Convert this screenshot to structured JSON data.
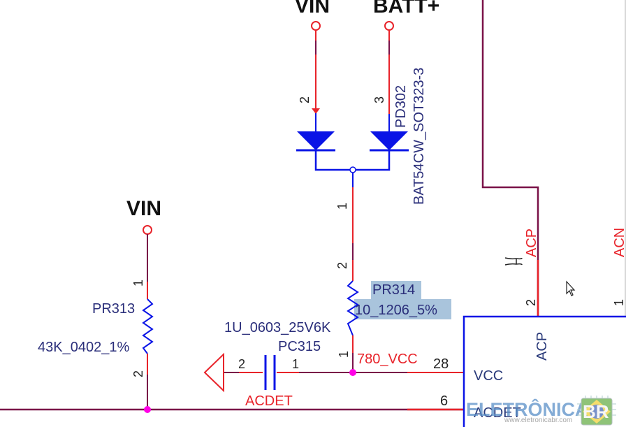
{
  "colors": {
    "wire_red": "#e8232a",
    "wire_dark": "#7a1248",
    "component_blue": "#0a14e6",
    "junction_magenta": "#ff00e6",
    "highlight": "#a9c4dc",
    "text_dark": "#2a2e7a"
  },
  "power_ports": {
    "vin_top": "VIN",
    "batt_top": "BATT+",
    "vin_left": "VIN"
  },
  "diode": {
    "ref": "PD302",
    "value": "BAT54CW_SOT323-3",
    "pin_anode_left": "2",
    "pin_anode_right": "3",
    "pin_common": "1"
  },
  "resistor_pr314": {
    "ref": "PR314",
    "value": "10_1206_5%",
    "pin_top": "2",
    "pin_bottom": "1",
    "highlighted": true
  },
  "resistor_pr313": {
    "ref": "PR313",
    "value": "43K_0402_1%",
    "pin_top": "1",
    "pin_bottom": "2"
  },
  "capacitor_pc315": {
    "ref": "PC315",
    "value": "1U_0603_25V6K",
    "pin_left": "2",
    "pin_right": "1"
  },
  "nets": {
    "vcc_net": "780_VCC",
    "acdet_net": "ACDET",
    "acp_net": "ACP",
    "acn_net": "ACN"
  },
  "ic": {
    "pin_vcc_number": "28",
    "pin_vcc_name": "VCC",
    "pin_acdet_number": "6",
    "pin_acdet_name": "ACDET",
    "pin_acp_name": "ACP",
    "acp_pin_number": "2",
    "acn_pin_number": "1"
  },
  "watermark": {
    "brand": "ELETRÔNICA",
    "brand_suffix": "BR",
    "url": "www.eletronicabr.com"
  }
}
